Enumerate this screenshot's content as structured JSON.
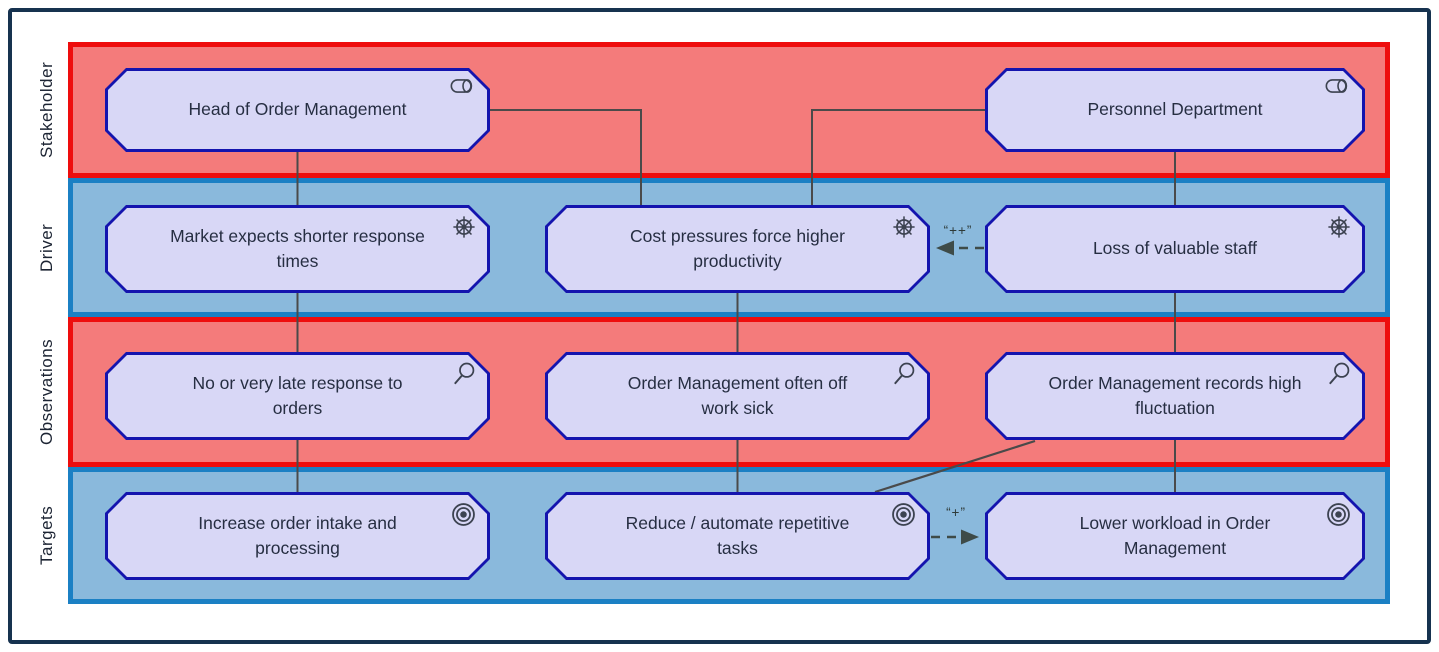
{
  "colors": {
    "frame_border": "#16324F",
    "lane_red_fill": "#F47B7B",
    "lane_red_border": "#EE0D0D",
    "lane_blue_fill": "#8AB9DC",
    "lane_blue_border": "#1B80C4",
    "node_fill": "#D8D7F6",
    "node_border": "#1414AE",
    "node_text": "#262E42",
    "lane_label_color": "#1C2433",
    "connector_color": "#4A4A4A",
    "influence_color": "#3E4B48",
    "icon_color": "#3C4250"
  },
  "lanes": [
    {
      "label": "Stakeholder",
      "tone": "red"
    },
    {
      "label": "Driver",
      "tone": "blue"
    },
    {
      "label": "Observations",
      "tone": "red"
    },
    {
      "label": "Targets",
      "tone": "blue"
    }
  ],
  "nodes": [
    {
      "id": "head-of-order-management",
      "lane": "Stakeholder",
      "icon": "role",
      "label": "Head of Order Management"
    },
    {
      "id": "personnel-department",
      "lane": "Stakeholder",
      "icon": "role",
      "label": "Personnel Department"
    },
    {
      "id": "market-expects",
      "lane": "Driver",
      "icon": "driver",
      "label": "Market expects shorter response\ntimes"
    },
    {
      "id": "cost-pressures",
      "lane": "Driver",
      "icon": "driver",
      "label": "Cost pressures force higher\nproductivity"
    },
    {
      "id": "loss-of-valuable-staff",
      "lane": "Driver",
      "icon": "driver",
      "label": "Loss of valuable staff"
    },
    {
      "id": "no-late-response",
      "lane": "Observations",
      "icon": "assessment",
      "label": "No or very late response to\norders"
    },
    {
      "id": "often-off-work-sick",
      "lane": "Observations",
      "icon": "assessment",
      "label": "Order Management often off\nwork sick"
    },
    {
      "id": "high-fluctuation",
      "lane": "Observations",
      "icon": "assessment",
      "label": "Order Management records high\nfluctuation"
    },
    {
      "id": "increase-order-intake",
      "lane": "Targets",
      "icon": "goal",
      "label": "Increase order intake and\nprocessing"
    },
    {
      "id": "reduce-automate-tasks",
      "lane": "Targets",
      "icon": "goal",
      "label": "Reduce / automate repetitive\ntasks"
    },
    {
      "id": "lower-workload",
      "lane": "Targets",
      "icon": "goal",
      "label": "Lower workload in Order\nManagement"
    }
  ],
  "relations": [
    {
      "type": "influence",
      "label": "“++”",
      "from": "Loss of valuable staff",
      "to": "Cost pressures force higher productivity"
    },
    {
      "type": "influence",
      "label": "“+”",
      "from": "Reduce / automate repetitive tasks",
      "to": "Lower workload in Order Management"
    }
  ]
}
